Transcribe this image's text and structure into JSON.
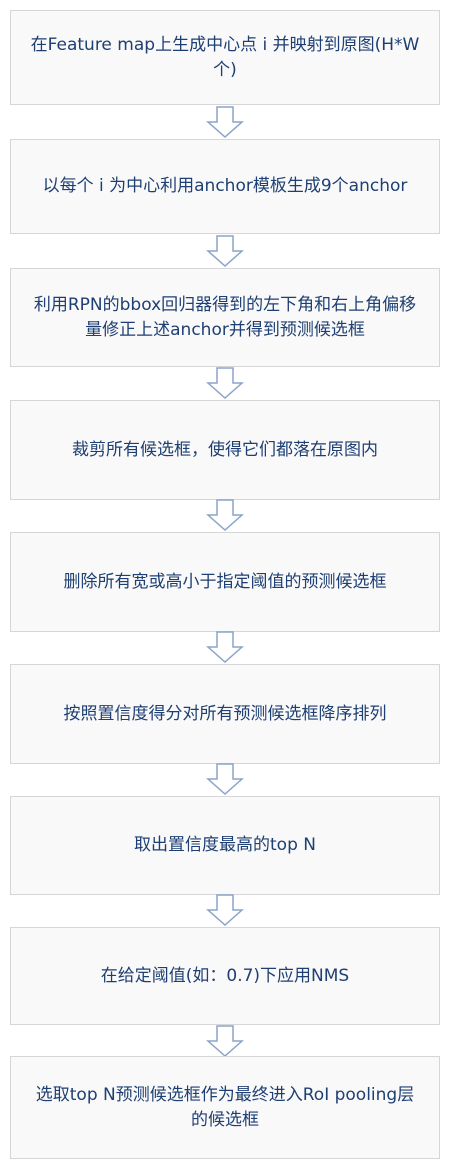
{
  "steps": [
    "在Feature map上生成中心点 i 并映射到原图(H*W个)",
    "以每个 i 为中心利用anchor模板生成9个anchor",
    "利用RPN的bbox回归器得到的左下角和右上角偏移量修正上述anchor并得到预测候选框",
    "裁剪所有候选框，使得它们都落在原图内",
    "删除所有宽或高小于指定阈值的预测候选框",
    "按照置信度得分对所有预测候选框降序排列",
    "取出置信度最高的top N",
    "在给定阈值(如：0.7)下应用NMS",
    "选取top N预测候选框作为最终进入RoI pooling层的候选框"
  ],
  "colors": {
    "text": "#1e3f73",
    "box_border": "#d6d6d6",
    "box_fill": "#f9f9f9",
    "arrow_stroke": "#8aa4c8"
  }
}
